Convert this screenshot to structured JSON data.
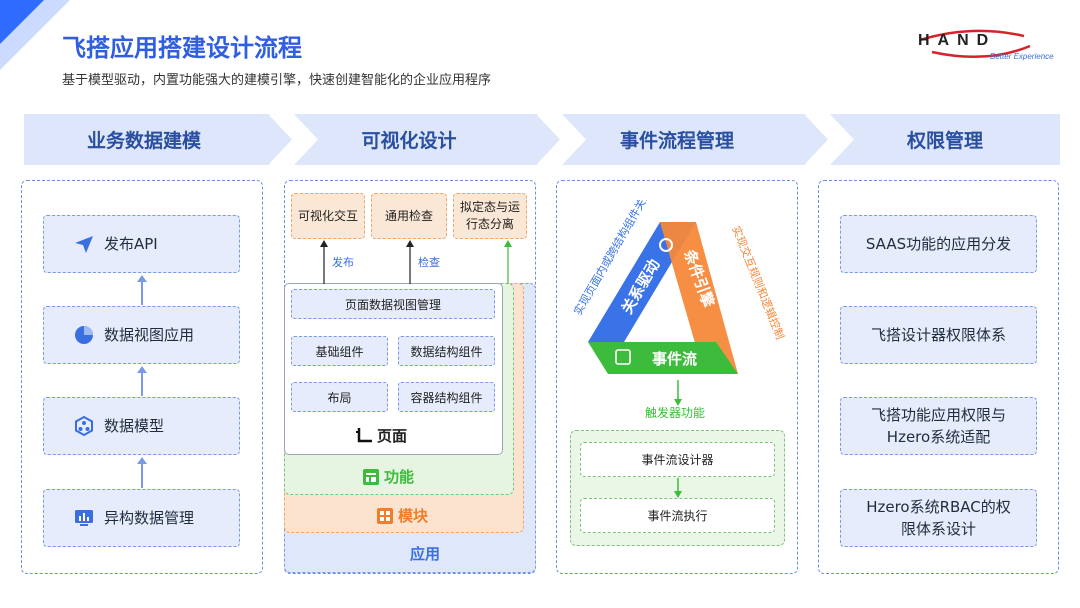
{
  "header": {
    "title": "飞搭应用搭建设计流程",
    "subtitle": "基于模型驱动，内置功能强大的建模引擎，快速创建智能化的企业应用程序",
    "logo_text": "HAND",
    "logo_tagline": "Better Experience"
  },
  "phases": [
    "业务数据建模",
    "可视化设计",
    "事件流程管理",
    "权限管理"
  ],
  "modeling": {
    "items": [
      {
        "label": "发布API",
        "icon": "send-icon"
      },
      {
        "label": "数据视图应用",
        "icon": "pie-chart-icon"
      },
      {
        "label": "数据模型",
        "icon": "network-icon"
      },
      {
        "label": "异构数据管理",
        "icon": "bar-chart-icon"
      }
    ]
  },
  "visual": {
    "top_boxes": [
      "可视化交互",
      "通用检查",
      "拟定态与运行态分离"
    ],
    "arrow_labels": [
      "发布",
      "检查"
    ],
    "header_box": "页面数据视图管理",
    "components": [
      "基础组件",
      "数据结构组件",
      "布局",
      "容器结构组件"
    ],
    "page_label": "页面",
    "feature_label": "功能",
    "module_label": "模块",
    "app_label": "应用"
  },
  "event": {
    "left_side": "关系驱动",
    "right_side": "条件引擎",
    "bottom_side": "事件流",
    "left_note": "实现页面内或跨结构组件关系",
    "right_note": "实现交互规则和逻辑控制",
    "trigger_label": "触发器功能",
    "steps": [
      "事件流设计器",
      "事件流执行"
    ],
    "colors": {
      "blue": "#3a73e8",
      "orange": "#f5883a",
      "green": "#3cbb3c"
    }
  },
  "permission": {
    "items": [
      "SAAS功能的应用分发",
      "飞搭设计器权限体系",
      "飞搭功能应用权限与Hzero系统适配",
      "Hzero系统RBAC的权限体系设计"
    ]
  }
}
